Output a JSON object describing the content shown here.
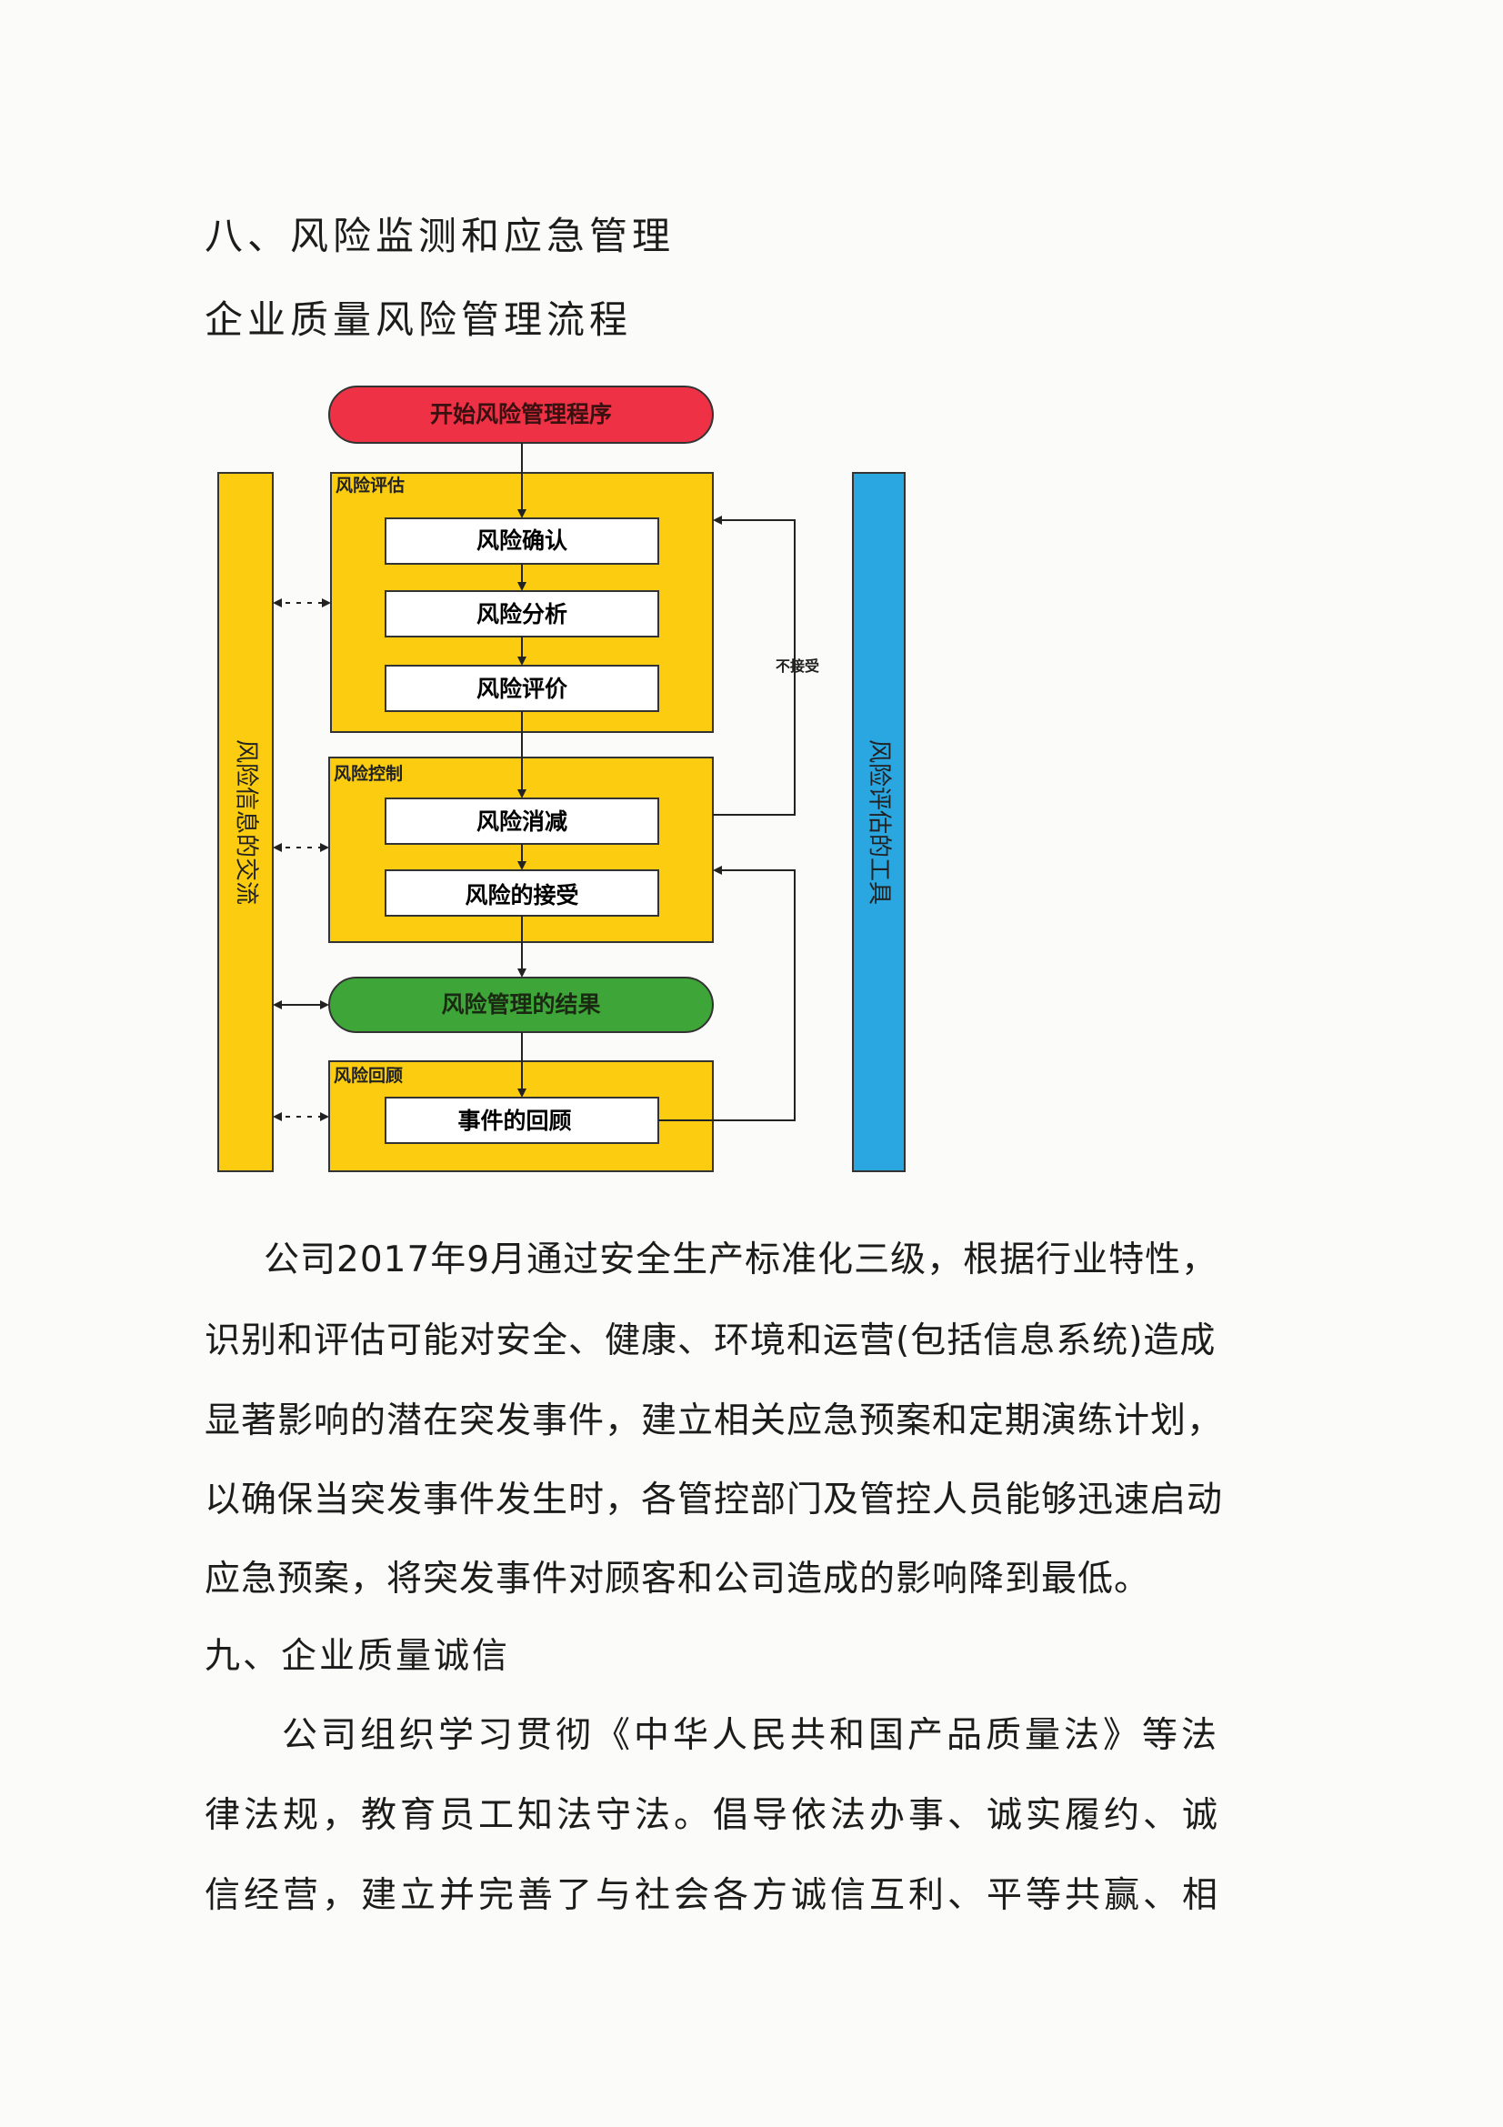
{
  "section8_title": "八、风险监测和应急管理",
  "flowchart_title": "企业质量风险管理流程",
  "diagram": {
    "start": "开始风险管理程序",
    "assessment_group": "风险评估",
    "step_identify": "风险确认",
    "step_analyze": "风险分析",
    "step_evaluate": "风险评价",
    "control_group": "风险控制",
    "step_reduce": "风险消减",
    "step_accept": "风险的接受",
    "result": "风险管理的结果",
    "review_group": "风险回顾",
    "step_event_review": "事件的回顾",
    "not_accepted": "不接受",
    "left_bar": "风险信息的交流",
    "right_bar": "风险评估的工具",
    "colors": {
      "start": "#ee3145",
      "group": "#fbcc0f",
      "result": "#3ea538",
      "tools": "#2aa6e0"
    }
  },
  "paragraph1": [
    "公司2017年9月通过安全生产标准化三级，根据行业特性，",
    "识别和评估可能对安全、健康、环境和运营(包括信息系统)造成",
    "显著影响的潜在突发事件，建立相关应急预案和定期演练计划，",
    "以确保当突发事件发生时，各管控部门及管控人员能够迅速启动",
    "应急预案，将突发事件对顾客和公司造成的影响降到最低。"
  ],
  "section9_title": "九、企业质量诚信",
  "paragraph2": [
    "公司组织学习贯彻《中华人民共和国产品质量法》等法",
    "律法规，教育员工知法守法。倡导依法办事、诚实履约、诚",
    "信经营，建立并完善了与社会各方诚信互利、平等共赢、相"
  ]
}
